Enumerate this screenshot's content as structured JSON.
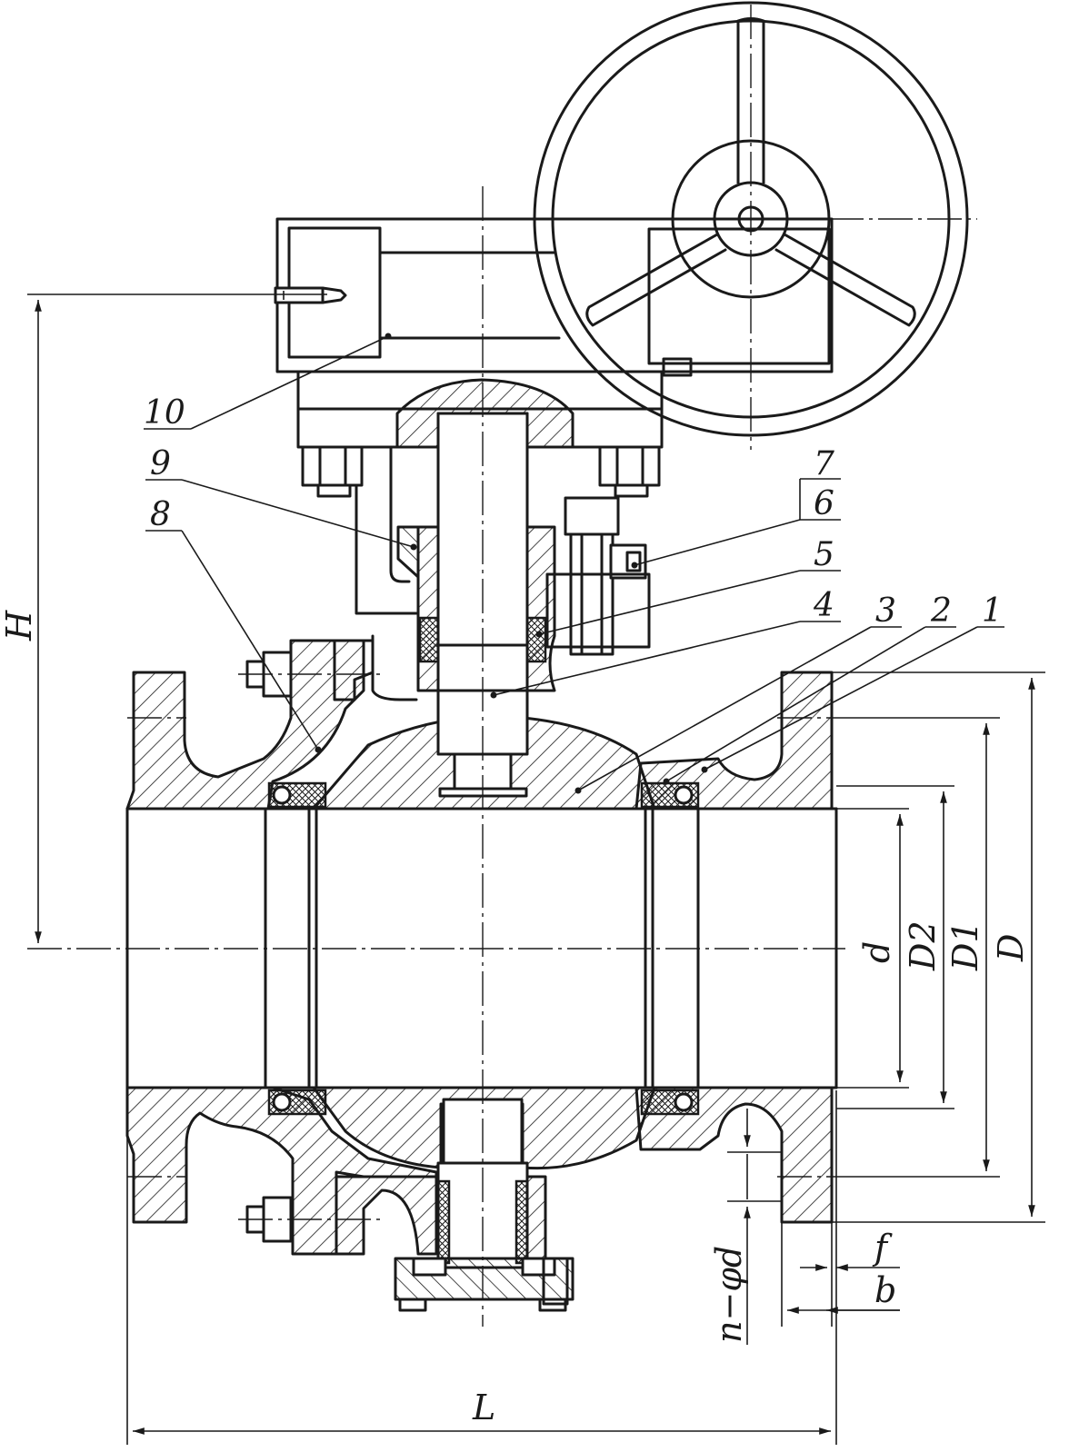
{
  "part_labels": {
    "p1": "1",
    "p2": "2",
    "p3": "3",
    "p4": "4",
    "p5": "5",
    "p6": "6",
    "p7": "7",
    "p8": "8",
    "p9": "9",
    "p10": "10"
  },
  "dimension_labels": {
    "H": "H",
    "L": "L",
    "d": "d",
    "D2": "D2",
    "D1": "D1",
    "D": "D",
    "f": "f",
    "b": "b",
    "n_phi_d": "n−φd"
  }
}
